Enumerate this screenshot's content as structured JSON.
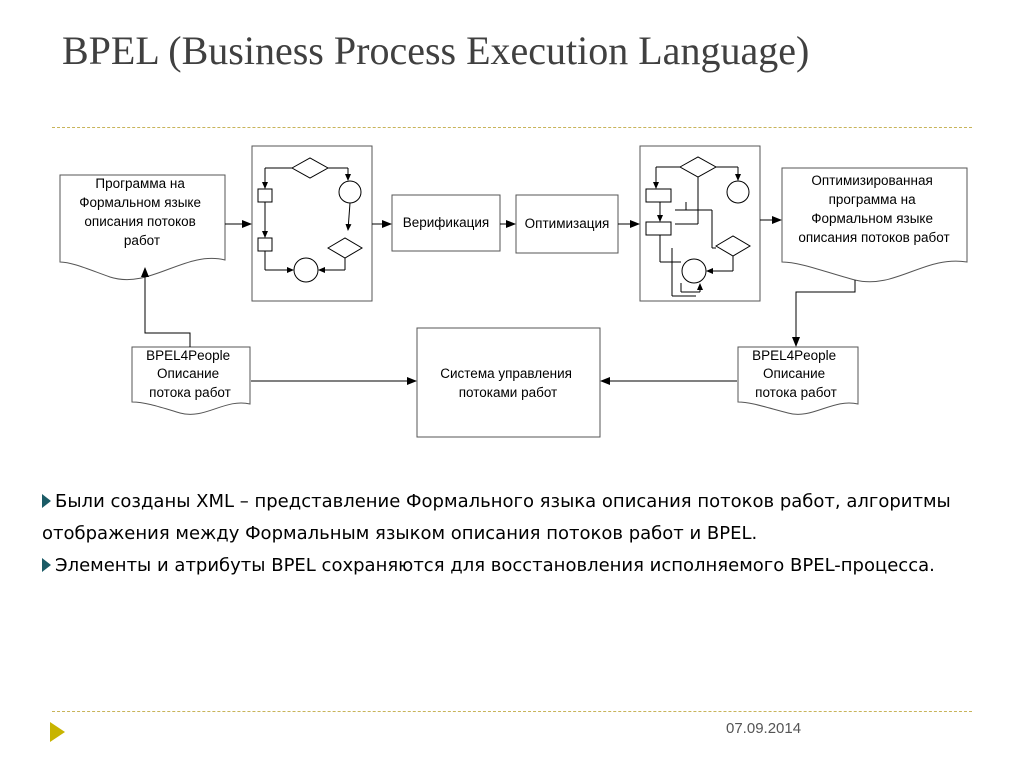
{
  "slide": {
    "title": "BPEL (Business Process Execution Language)",
    "date": "07.09.2014"
  },
  "diagram": {
    "source_doc": [
      "Программа на",
      "Формальном языке",
      "описания потоков",
      "работ"
    ],
    "verification": "Верификация",
    "optimization": "Оптимизация",
    "optimized_doc": [
      "Оптимизированная",
      "программа на",
      "Формальном языке",
      "описания потоков работ"
    ],
    "left_bpel_doc": [
      "BPEL4People",
      "Описание",
      "потока работ"
    ],
    "right_bpel_doc": [
      "BPEL4People",
      "Описание",
      "потока работ"
    ],
    "workflow_system": [
      "Система управления",
      "потоками работ"
    ]
  },
  "bullets": [
    "Были созданы XML – представление Формального языка описания потоков работ, алгоритмы отображения между Формальным языком описания потоков работ и BPEL.",
    "Элементы и атрибуты BPEL сохраняются для восстановления исполняемого BPEL-процесса."
  ],
  "colors": {
    "title": "#404040",
    "rule": "#c8b45a",
    "bullet_marker": "#1b5b66",
    "footer_marker": "#c8b400"
  }
}
